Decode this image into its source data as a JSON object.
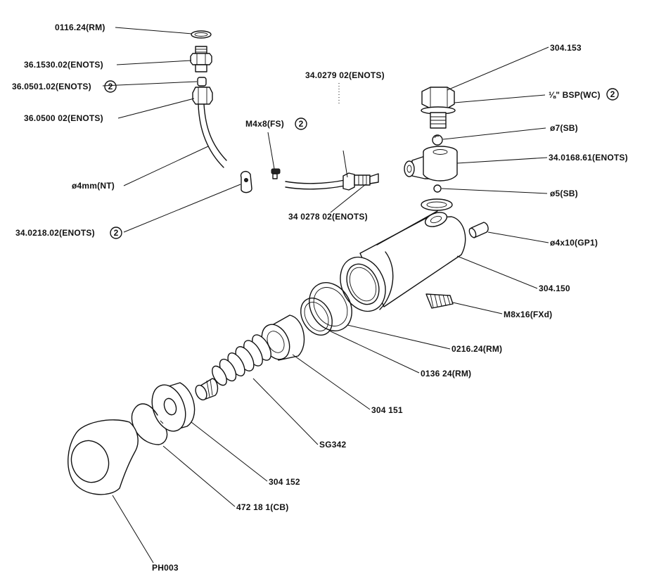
{
  "labels": {
    "0116_24": "0116.24(RM)",
    "36_1530_02": "36.1530.02(ENOTS)",
    "36_0501_02": "36.0501.02(ENOTS)",
    "36_0500_02": "36.0500 02(ENOTS)",
    "m4x8": "M4x8(FS)",
    "d4mm": "ø4mm(NT)",
    "34_0218_02": "34.0218.02(ENOTS)",
    "34_0279_02": "34.0279 02(ENOTS)",
    "34_0278_02": "34 0278 02(ENOTS)",
    "304_153": "304.153",
    "bsp": "⅛\" BSP(WC)",
    "d7": "ø7(SB)",
    "34_0168_61": "34.0168.61(ENOTS)",
    "d5": "ø5(SB)",
    "d4x10": "ø4x10(GP1)",
    "304_150": "304.150",
    "m8x16": "M8x16(FXd)",
    "0216_24": "0216.24(RM)",
    "0136_24": "0136 24(RM)",
    "304_151": "304 151",
    "sg342": "SG342",
    "304_152": "304 152",
    "472_18_1": "472 18 1(CB)",
    "ph003": "PH003"
  },
  "qty_marks": {
    "q_0501": "2",
    "q_m4x8": "2",
    "q_0218": "2",
    "q_bsp": "2"
  }
}
